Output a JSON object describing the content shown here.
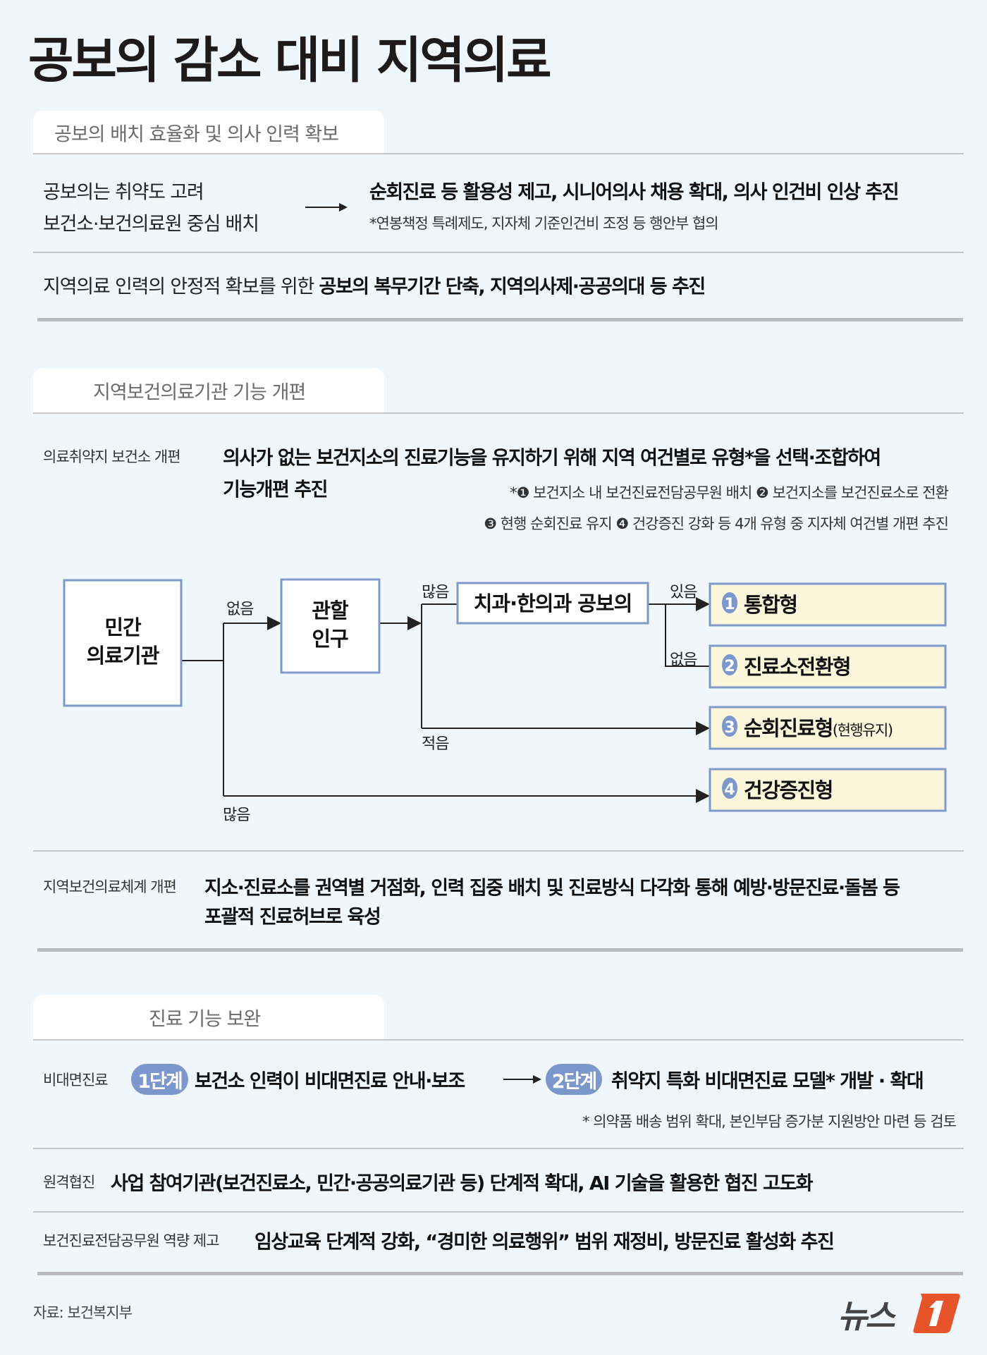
{
  "title": "공보의 감소 대비 지역의료",
  "sections": [
    {
      "header": "공보의 배치 효율화 및 의사 인력 확보",
      "row1": {
        "left_line1": "공보의는 취약도 고려",
        "left_line2": "보건소·보건의료원 중심 배치",
        "right_bold": "순회진료 등 활용성 제고, 시니어의사 채용 확대, 의사 인건비 인상 추진",
        "right_note": "*연봉책정 특례제도, 지자체 기준인건비 조정 등 행안부 협의"
      },
      "row2": {
        "normal": "지역의료 인력의 안정적 확보를 위한 ",
        "bold": "공보의 복무기간 단축, 지역의사제·공공의대 등 추진"
      }
    },
    {
      "header": "지역보건의료기관 기능 개편",
      "row1": {
        "label": "의료취약지 보건소 개편",
        "bold_line1": "의사가 없는 보건지소의 진료기능을 유지하기 위해 지역 여건별로 유형*을 선택·조합하여",
        "bold_line2": "기능개편 추진",
        "note_line1": "*❶ 보건지소 내 보건진료전담공무원 배치   ❷ 보건지소를 보건진료소로 전환",
        "note_line2": "❸ 현행 순회진료 유지   ❹ 건강증진 강화 등 4개 유형 중 지자체 여건별 개편 추진"
      },
      "diagram": {
        "box_private": [
          "민간",
          "의료기관"
        ],
        "box_population": [
          "관할",
          "인구"
        ],
        "box_dental": "치과·한의과 공보의",
        "labels": {
          "none_private": "없음",
          "many_private": "많음",
          "many_pop": "많음",
          "few_pop": "적음",
          "yes_dental": "있음",
          "no_dental": "없음"
        },
        "types": [
          {
            "num": "1",
            "label": "통합형",
            "suffix": ""
          },
          {
            "num": "2",
            "label": "진료소전환형",
            "suffix": ""
          },
          {
            "num": "3",
            "label": "순회진료형",
            "suffix": "(현행유지)"
          },
          {
            "num": "4",
            "label": "건강증진형",
            "suffix": ""
          }
        ],
        "colors": {
          "box_border": "#7f99c9",
          "type_fill": "#fcf7dc",
          "number_circle": "#7b97cc"
        }
      },
      "row2": {
        "label": "지역보건의료체계 개편",
        "bold_line1": "지소·진료소를 권역별 거점화, 인력 집중 배치 및 진료방식 다각화 통해 예방·방문진료·돌봄 등",
        "bold_line2": "포괄적 진료허브로 육성"
      }
    },
    {
      "header": "진료 기능 보완",
      "row1": {
        "label": "비대면진료",
        "step1": "1단계",
        "step1_text": "보건소 인력이 비대면진료 안내·보조",
        "step2": "2단계",
        "step2_text": "취약지 특화 비대면진료 모델* 개발 · 확대",
        "note": "* 의약품 배송 범위 확대, 본인부담 증가분 지원방안 마련 등 검토"
      },
      "row2": {
        "label": "원격협진",
        "bold": "사업 참여기관(보건진료소, 민간·공공의료기관 등) 단계적 확대, AI 기술을 활용한 협진 고도화"
      },
      "row3": {
        "label": "보건진료전담공무원 역량 제고",
        "bold": "임상교육 단계적 강화, “경미한 의료행위” 범위 재정비, 방문진료 활성화 추진"
      }
    }
  ],
  "source": "자료: 보건복지부",
  "logo": {
    "text": "뉴스1",
    "accent": "#e8542a"
  },
  "background": "#eff7fd"
}
